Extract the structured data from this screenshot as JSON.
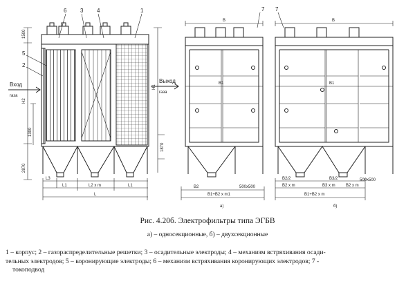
{
  "figure": {
    "callouts_left": [
      "6",
      "3",
      "4",
      "1",
      "5",
      "2"
    ],
    "callouts_mid": [
      "7"
    ],
    "callouts_right": [
      "7"
    ],
    "inlet_label": "Вход",
    "inlet_sub": "газа",
    "outlet_label": "Выход",
    "outlet_sub": "газа",
    "dim_left_top": "1500",
    "dim_h2": "H2",
    "dim_h1": "H1",
    "dim_1300": "1300",
    "dim_1870": "1870",
    "dim_2870": "2870",
    "dim_l3": "L3",
    "dim_l1_a": "L1",
    "dim_l2m": "L2 x m",
    "dim_l1_b": "L1",
    "dim_l": "L",
    "dim_b_mid": "B",
    "dim_b1_mid": "B1",
    "dim_b2_mid": "B2",
    "dim_500_mid": "500x500",
    "dim_b1b2m_mid": "B1+B2 x m1",
    "dim_b_right": "B",
    "dim_b1_right": "B1",
    "dim_b22_right": "B2/2",
    "dim_b32_right": "B3/2",
    "dim_b2m": "B2 x m",
    "dim_b3": "B3 x m",
    "dim_b2m2": "B2 x m",
    "dim_500_right": "500x500",
    "dim_b1b2m_right": "B1+B2 x m",
    "label_a": "a)",
    "label_b": "б)"
  },
  "caption": "Рис. 4.20б. Электрофильтры типа ЭГБВ",
  "subcaption": "а) – односекционные, б) – двухсекционные",
  "legend_line1": "1 – корпус; 2 – газораспределительные решетки; 3 – осадительные электроды; 4 – механизм встряхивания осади-",
  "legend_line2": "тельных электродов; 5 – коронирующие электроды; 6 – механизм встряхивания коронирующих электродов; 7 -",
  "legend_line3": "токоподвод"
}
